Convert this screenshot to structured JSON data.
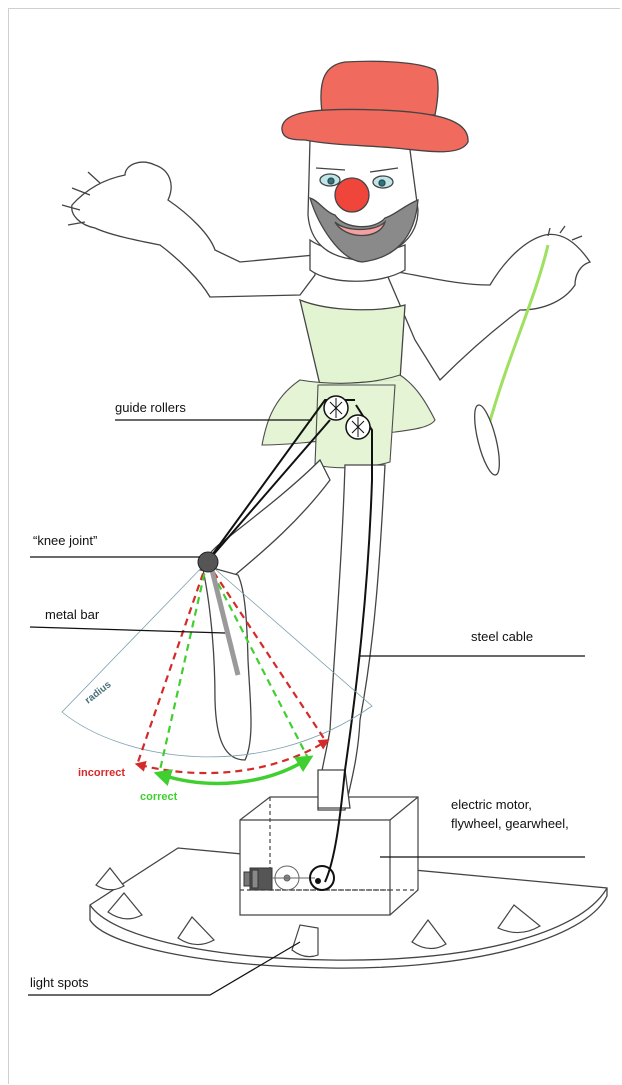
{
  "labels": {
    "guide_rollers": "guide rollers",
    "knee_joint": "“knee joint”",
    "metal_bar": "metal bar",
    "steel_cable": "steel cable",
    "radius": "radius",
    "incorrect": "incorrect",
    "correct": "correct",
    "motor_line1": "electric motor,",
    "motor_line2": "flywheel, gearwheel,",
    "light_spots": "light spots"
  },
  "colors": {
    "hat": "#f06a5e",
    "nose": "#f0453b",
    "beard": "#8a8a8a",
    "tutu": "#e3f4d3",
    "cable_green": "#9ee060",
    "correct_green": "#3fcf2e",
    "incorrect_red": "#d42a2a",
    "radius_line": "#7da0ad",
    "outline": "#444444"
  },
  "icons": [
    "guide-roller-icon",
    "knee-joint-icon",
    "electric-motor-icon",
    "flywheel-icon",
    "gearwheel-icon",
    "light-spot-icon"
  ]
}
